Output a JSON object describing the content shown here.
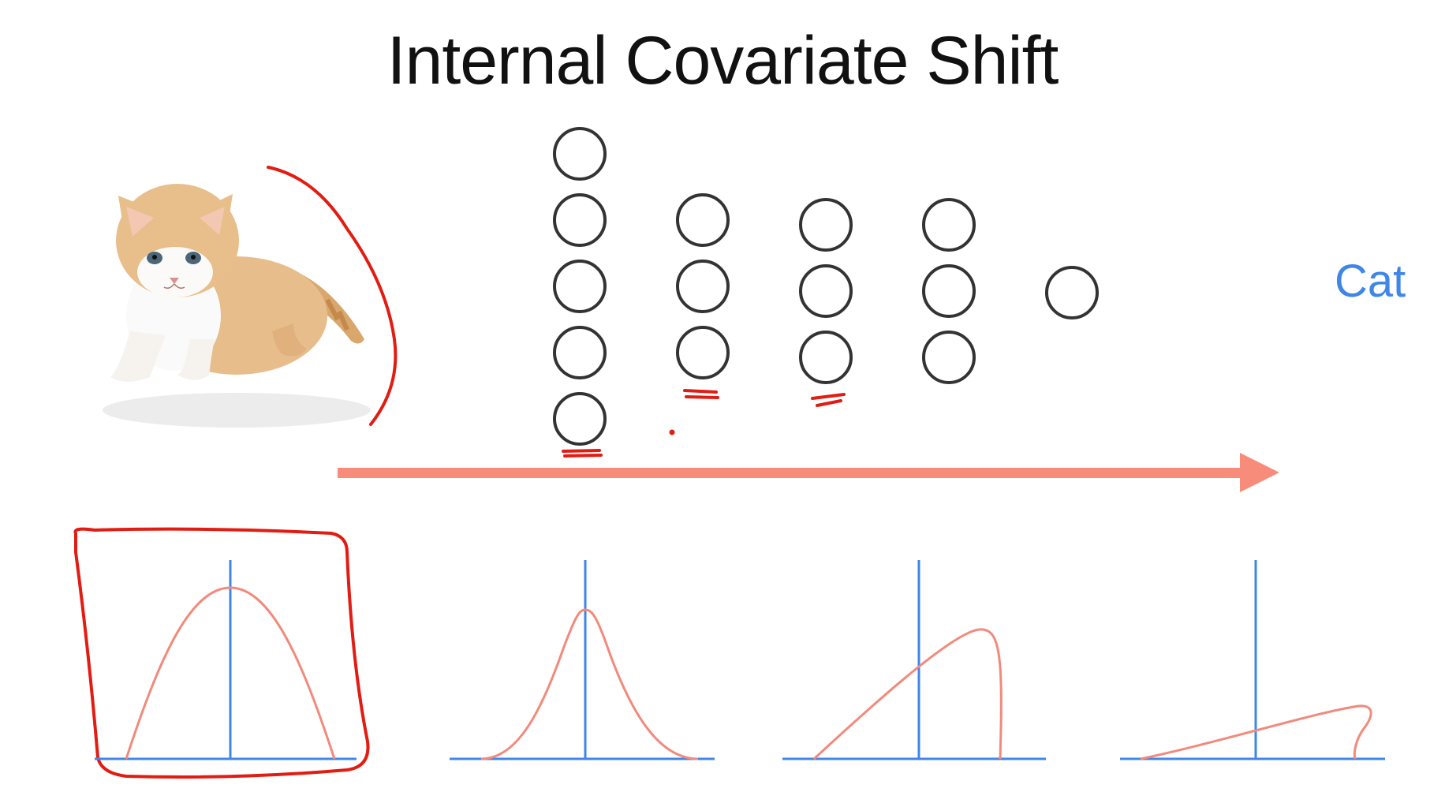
{
  "title": "Internal Covariate Shift",
  "output_label": "Cat",
  "network": {
    "layers": [
      {
        "neurons": 5
      },
      {
        "neurons": 3
      },
      {
        "neurons": 3
      },
      {
        "neurons": 3
      },
      {
        "neurons": 1
      }
    ]
  },
  "distributions": [
    {
      "shape": "symmetric-wide",
      "highlighted": true
    },
    {
      "shape": "gaussian",
      "highlighted": false
    },
    {
      "shape": "skewed-right-tall",
      "highlighted": false
    },
    {
      "shape": "skewed-right-flat",
      "highlighted": false
    }
  ],
  "colors": {
    "arrow": "#f88c7a",
    "curve": "#f28a7c",
    "axis": "#3f86e8",
    "annotation": "#e21c12",
    "neuron": "#333333",
    "label": "#3f86e8"
  }
}
